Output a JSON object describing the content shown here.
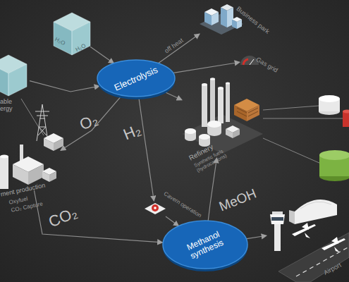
{
  "diagram": {
    "nodes": [
      {
        "text": [
          "H₂O",
          "H₂O"
        ]
      },
      {
        "text": [
          "able ergy"
        ]
      },
      {
        "text": [
          "Electrolysis"
        ]
      },
      {
        "text": [
          "Business park"
        ]
      },
      {
        "text": [
          "Gas grid"
        ]
      },
      {
        "text": [
          "Refinery",
          "Synthetic fuels (hydrocarbons)"
        ]
      },
      {
        "text": [
          "ment production",
          "Oxyfuel",
          "CO₂ Capture"
        ]
      },
      {
        "text": [
          "Cavern operation"
        ]
      },
      {
        "text": [
          "Methanol synthesis"
        ]
      },
      {
        "text": [
          "Airport"
        ]
      }
    ],
    "edges": [
      {
        "from": 0,
        "to": 2,
        "arrow": "to"
      },
      {
        "from": 1,
        "to": 2,
        "arrow": "to"
      },
      {
        "from": 2,
        "to": 3,
        "label": "off heat",
        "arrow": "to"
      },
      {
        "from": 2,
        "to": 4,
        "arrow": "to"
      },
      {
        "from": 2,
        "to": 5,
        "arrow": "to"
      },
      {
        "from": 2,
        "to": 6,
        "label": "O₂",
        "arrow": "to"
      },
      {
        "from": 2,
        "to": 7,
        "label": "H₂",
        "arrow": "to"
      },
      {
        "from": 7,
        "to": 8,
        "arrow": "to"
      },
      {
        "from": 6,
        "to": 8,
        "label": "CO₂",
        "arrow": "to"
      },
      {
        "from": 8,
        "to": 5,
        "label": "MeOH",
        "arrow": "to"
      },
      {
        "from": 8,
        "to": 9,
        "arrow": "to"
      }
    ]
  }
}
